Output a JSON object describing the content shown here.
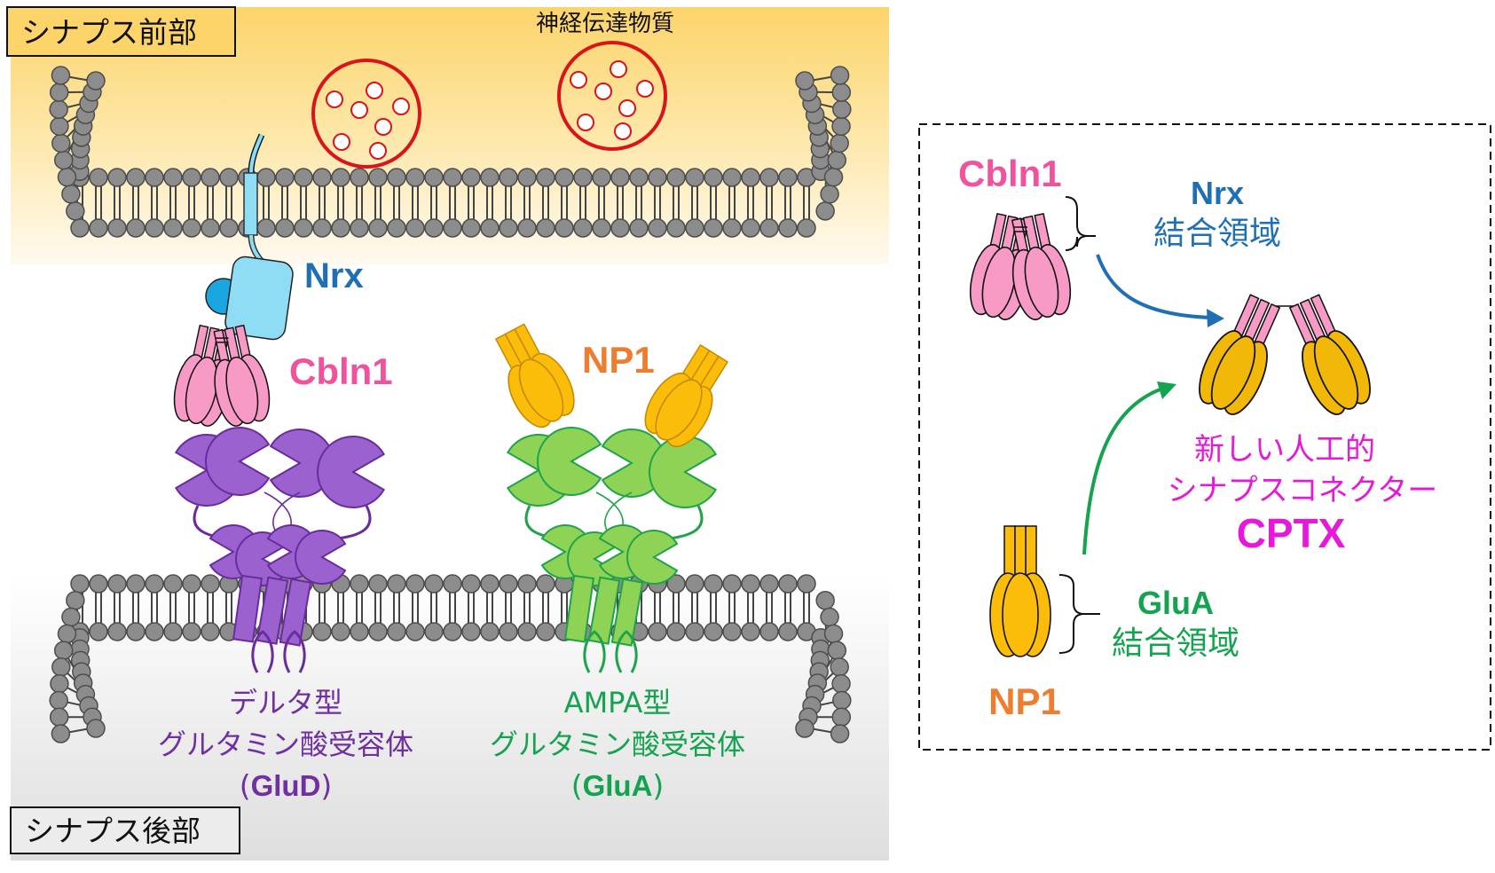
{
  "main_panel": {
    "presynaptic_label": "シナプス前部",
    "postsynaptic_label": "シナプス後部",
    "neurotransmitter_label": "神経伝達物質",
    "nrx_label": "Nrx",
    "cbln1_label": "Cbln1",
    "np1_label": "NP1",
    "glud": {
      "line1": "デルタ型",
      "line2": "グルタミン酸受容体",
      "line3_open": "(",
      "line3_abbr": "GluD",
      "line3_close": ")"
    },
    "glua": {
      "line1": "AMPA型",
      "line2": "グルタミン酸受容体",
      "line3_open": "(",
      "line3_abbr": "GluA",
      "line3_close": ")"
    }
  },
  "inset_panel": {
    "cbln1_label": "Cbln1",
    "nrx_domain": {
      "title": "Nrx",
      "subtitle": "結合領域"
    },
    "np1_label": "NP1",
    "glua_domain": {
      "title": "GluA",
      "subtitle": "結合領域"
    },
    "cptx": {
      "line1": "新しい人工的",
      "line2": "シナプスコネクター",
      "name": "CPTX"
    }
  },
  "colors": {
    "nrx": "#1f6fb5",
    "cbln1": "#f0529c",
    "np1": "#ed7d31",
    "glud": "#7030a0",
    "glua": "#14a34e",
    "cptx": "#e619d9",
    "vesicle": "#d9141b",
    "lipid": "#8c8c8c"
  }
}
